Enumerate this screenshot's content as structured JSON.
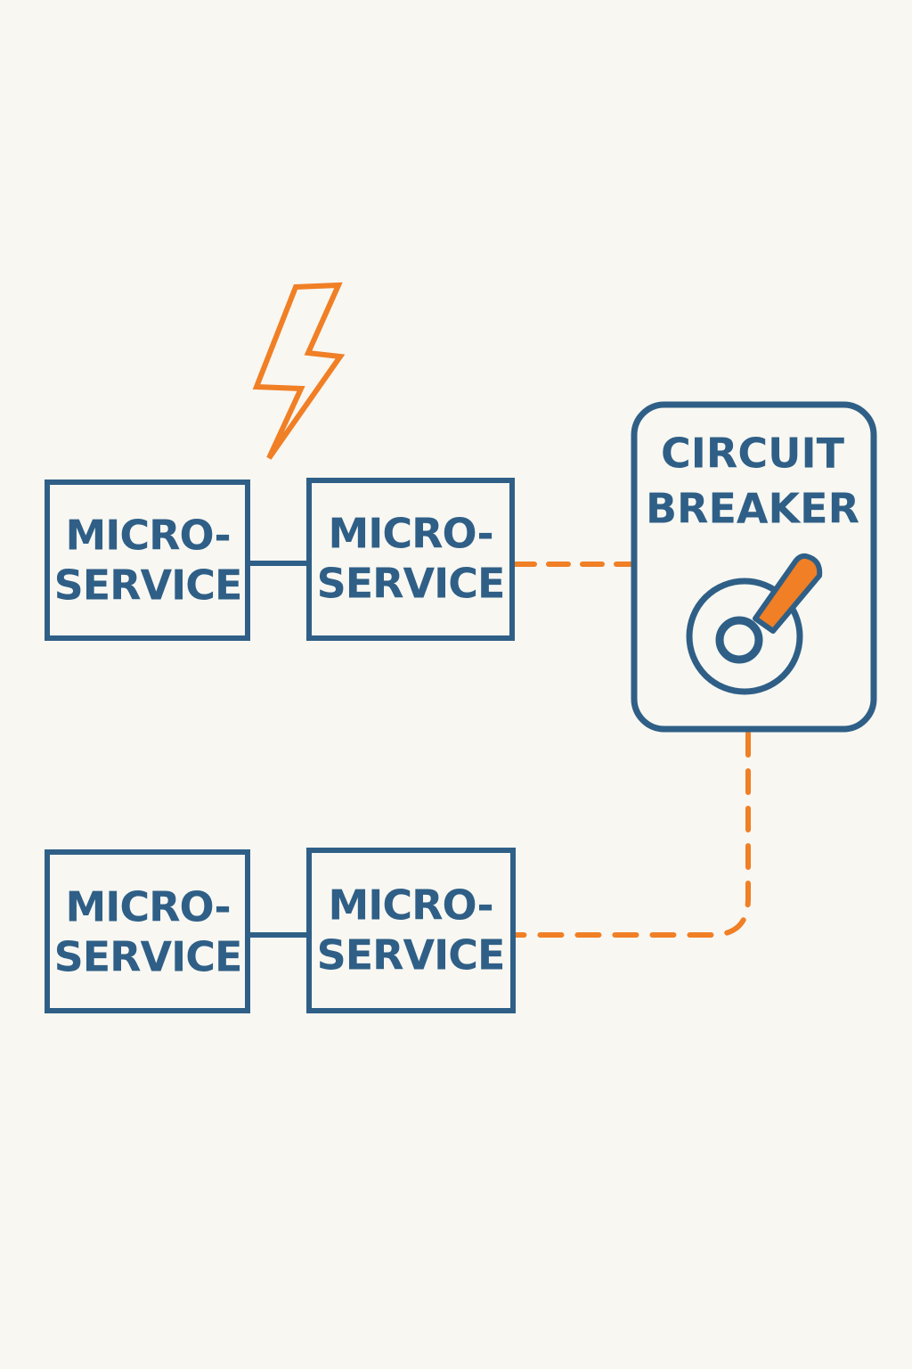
{
  "diagram": {
    "colors": {
      "background": "#f8f7f2",
      "stroke": "#2f5f86",
      "accent": "#f07f25"
    },
    "services": [
      {
        "line1": "MICRO-",
        "line2": "SERVICE"
      },
      {
        "line1": "MICRO-",
        "line2": "SERVICE"
      },
      {
        "line1": "MICRO-",
        "line2": "SERVICE"
      },
      {
        "line1": "MICRO-",
        "line2": "SERVICE"
      }
    ],
    "breaker": {
      "line1": "CIRCUIT",
      "line2": "BREAKER"
    },
    "icons": {
      "lightning": "lightning-icon",
      "switch": "breaker-switch-icon"
    }
  }
}
